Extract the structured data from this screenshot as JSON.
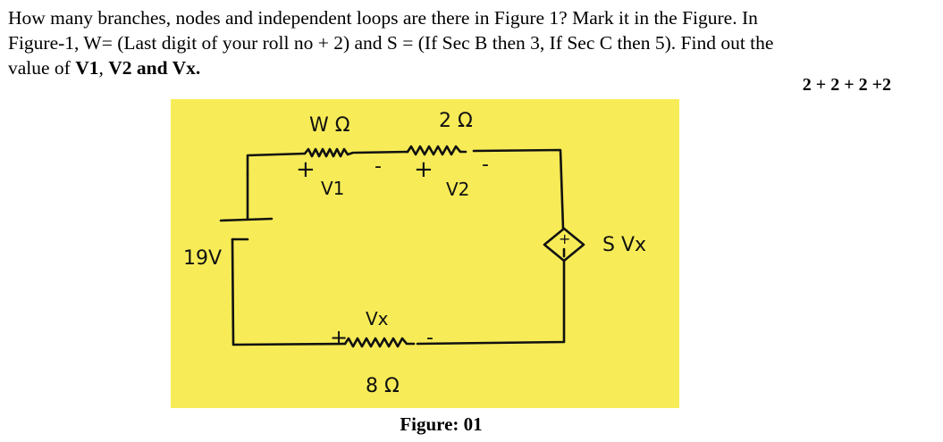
{
  "question": {
    "line1": "How many branches, nodes and independent loops are there in Figure 1? Mark it in the Figure. In",
    "line2": "Figure-1, W= (Last digit of your roll no + 2) and S = (If Sec B then 3, If Sec C then 5). Find out the",
    "line3_prefix": "value of ",
    "v1": "V",
    "v1_sub": "1",
    "sep1": ", ",
    "v2": "V",
    "v2_sub": "2",
    "sep2": " and ",
    "vx": "V",
    "vx_sub": "x",
    "end": "."
  },
  "marks": "2 + 2 + 2 +2",
  "figure": {
    "background": "#f7ec57",
    "labels": {
      "r1": "W Ω",
      "r2": "2 Ω",
      "r3": "8 Ω",
      "source": "19V",
      "dep_source": "S Vx",
      "v1": "V1",
      "v2": "V2",
      "vx": "Vx",
      "plus": "+",
      "minus": "-"
    },
    "caption": "Figure: 01"
  }
}
